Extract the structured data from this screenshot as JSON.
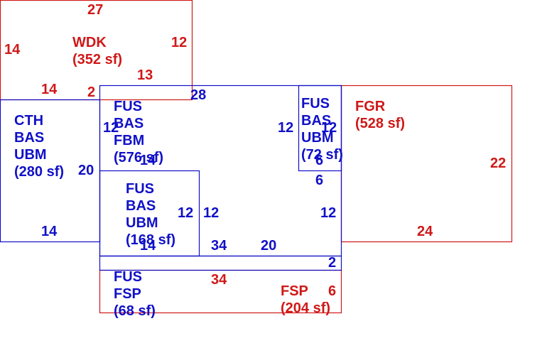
{
  "colors": {
    "existing": "#1010c8",
    "addition": "#d01818",
    "background": "#ffffff"
  },
  "areas": {
    "wdk": {
      "code": "WDK",
      "area": "(352 sf)"
    },
    "cth": {
      "line1": "CTH",
      "line2": "BAS",
      "line3": "UBM",
      "area": "(280 sf)"
    },
    "fus_main": {
      "line1": "FUS",
      "line2": "BAS",
      "line3": "FBM",
      "area": "(576 sf)"
    },
    "fus_small": {
      "line1": "FUS",
      "line2": "BAS",
      "line3": "UBM",
      "area": "(72 sf)"
    },
    "fgr": {
      "code": "FGR",
      "area": "(528 sf)"
    },
    "fus_ubm": {
      "line1": "FUS",
      "line2": "BAS",
      "line3": "UBM",
      "area": "(168 sf)"
    },
    "fus_fsp": {
      "line1": "FUS",
      "line2": "FSP",
      "area": "(68 sf)"
    },
    "fsp": {
      "code": "FSP",
      "area": "(204 sf)"
    }
  },
  "dimensions": {
    "wdk_top": "27",
    "wdk_left": "14",
    "wdk_right": "12",
    "wdk_inner": "13",
    "wdk_bottom": "14",
    "wdk_step": "2",
    "fus_top": "28",
    "fus_left": "12",
    "fus_right_inner": "12",
    "fus_inner_bottom": "14",
    "small_right": "12",
    "small_bottom": "6",
    "small_below": "6",
    "cth_right": "20",
    "cth_bottom": "14",
    "fgr_right": "22",
    "fgr_bottom": "24",
    "ubm_right": "12",
    "ubm_right_outer": "12",
    "main_right": "12",
    "ubm_bottom": "14",
    "bottom_34": "34",
    "bottom_20": "20",
    "strip_right": "2",
    "fsp_top": "34",
    "fsp_right": "6"
  }
}
